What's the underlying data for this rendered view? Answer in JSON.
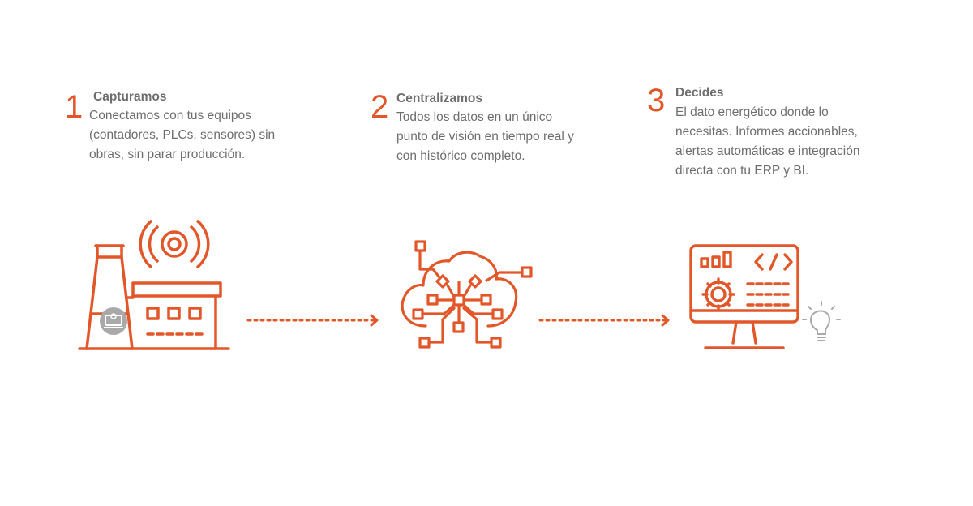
{
  "steps": [
    {
      "number": "1",
      "title": "Capturamos",
      "lines": [
        "Conectamos con tus equipos",
        "(contadores, PLCs, sensores) sin",
        "obras, sin parar producción."
      ],
      "icon": "factory-icon"
    },
    {
      "number": "2",
      "title": "Centralizamos",
      "lines": [
        "Todos los datos en un único",
        "punto de visión en tiempo real y",
        "con histórico completo."
      ],
      "icon": "cloud-network-icon"
    },
    {
      "number": "3",
      "title": "Decides",
      "lines": [
        "El dato energético donde lo",
        "necesitas. Informes accionables,",
        "alertas automáticas e integración",
        "directa con tu ERP y BI."
      ],
      "icon": "monitor-dashboard-icon"
    }
  ],
  "colors": {
    "accent": "#e2572a",
    "text": "#6e6e6e",
    "grey_icon": "#a9a9a9"
  }
}
